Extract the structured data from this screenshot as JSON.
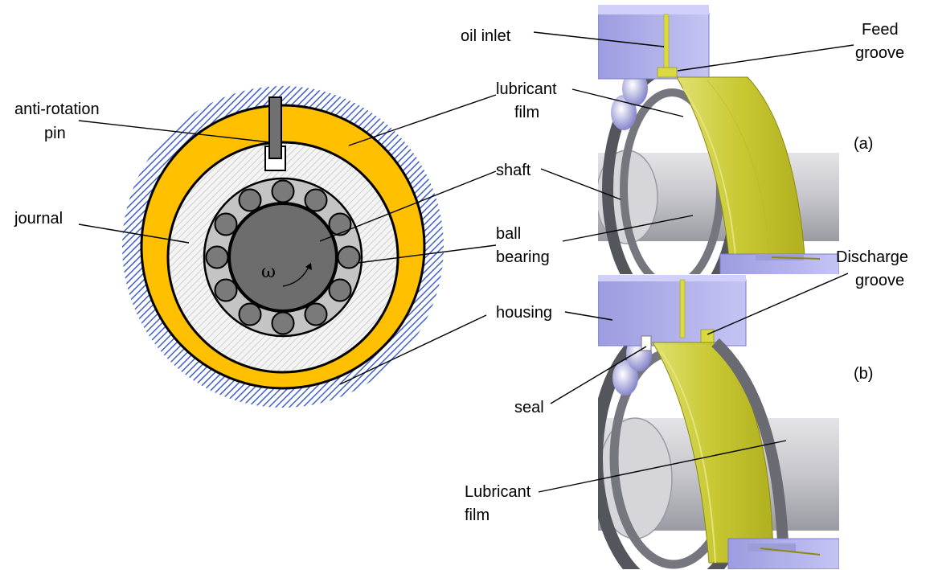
{
  "left_view": {
    "labels": {
      "anti_rotation_pin_1": "anti-rotation",
      "anti_rotation_pin_2": "pin",
      "journal": "journal",
      "shaft": "shaft",
      "ball_bearing_1": "ball",
      "ball_bearing_2": "bearing",
      "housing": "housing",
      "omega": "ω"
    },
    "ball_count": 12,
    "colors": {
      "housing_hatch": "#3f5fd0",
      "lubricant": "#ffc000",
      "journal_hatch": "#cfcfcf",
      "bearing_ring": "#c4c4c4",
      "ball": "#7a7a7a",
      "shaft": "#6d6d6d",
      "pin": "#707070"
    }
  },
  "view_a": {
    "tag": "(a)",
    "labels": {
      "oil_inlet": "oil inlet",
      "feed_groove_1": "Feed",
      "feed_groove_2": "groove",
      "lubricant_film_1": "lubricant",
      "lubricant_film_2": "film"
    }
  },
  "view_b": {
    "tag": "(b)",
    "labels": {
      "discharge_groove_1": "Discharge",
      "discharge_groove_2": "groove",
      "seal": "seal",
      "lubricant_film_1": "Lubricant",
      "lubricant_film_2": "film"
    }
  },
  "render_colors": {
    "housing_3d": "#b4b4f0",
    "housing_3d_dark": "#8c8cd2",
    "film_3d": "#c8c832",
    "film_3d_light": "#dcdc5a",
    "metal_light": "#d8d8dc",
    "metal_mid": "#a8a8b0",
    "metal_dark": "#6a6a72"
  }
}
